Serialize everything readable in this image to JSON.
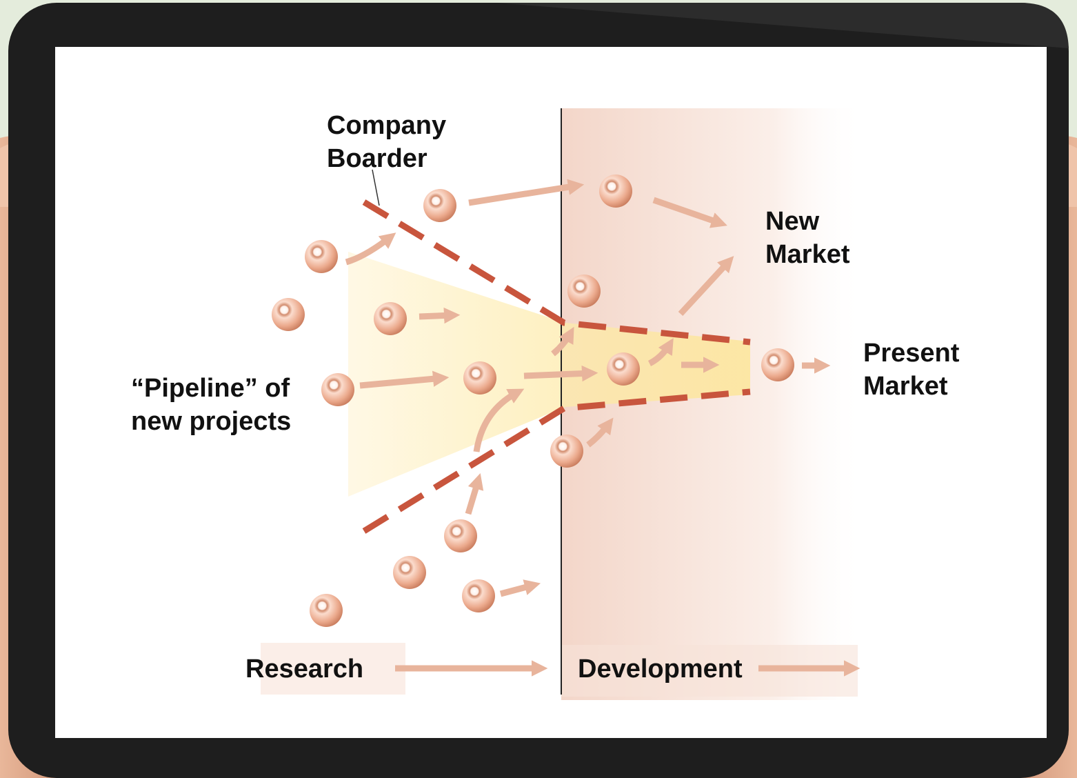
{
  "labels": {
    "company_border_line1": "Company",
    "company_border_line2": "Boarder",
    "new_market_line1": "New",
    "new_market_line2": "Market",
    "present_market_line1": "Present",
    "present_market_line2": "Market",
    "pipeline_line1": "“Pipeline” of",
    "pipeline_line2": "new projects",
    "research": "Research",
    "development": "Development"
  },
  "colors": {
    "dashed_border": "#c8553d",
    "arrow": "#e8b49c",
    "sphere": "#eba98c",
    "funnel_glow": "#fbe9a8",
    "development_band": "#f6ddd3",
    "tablet_frame": "#1e1e1e"
  }
}
